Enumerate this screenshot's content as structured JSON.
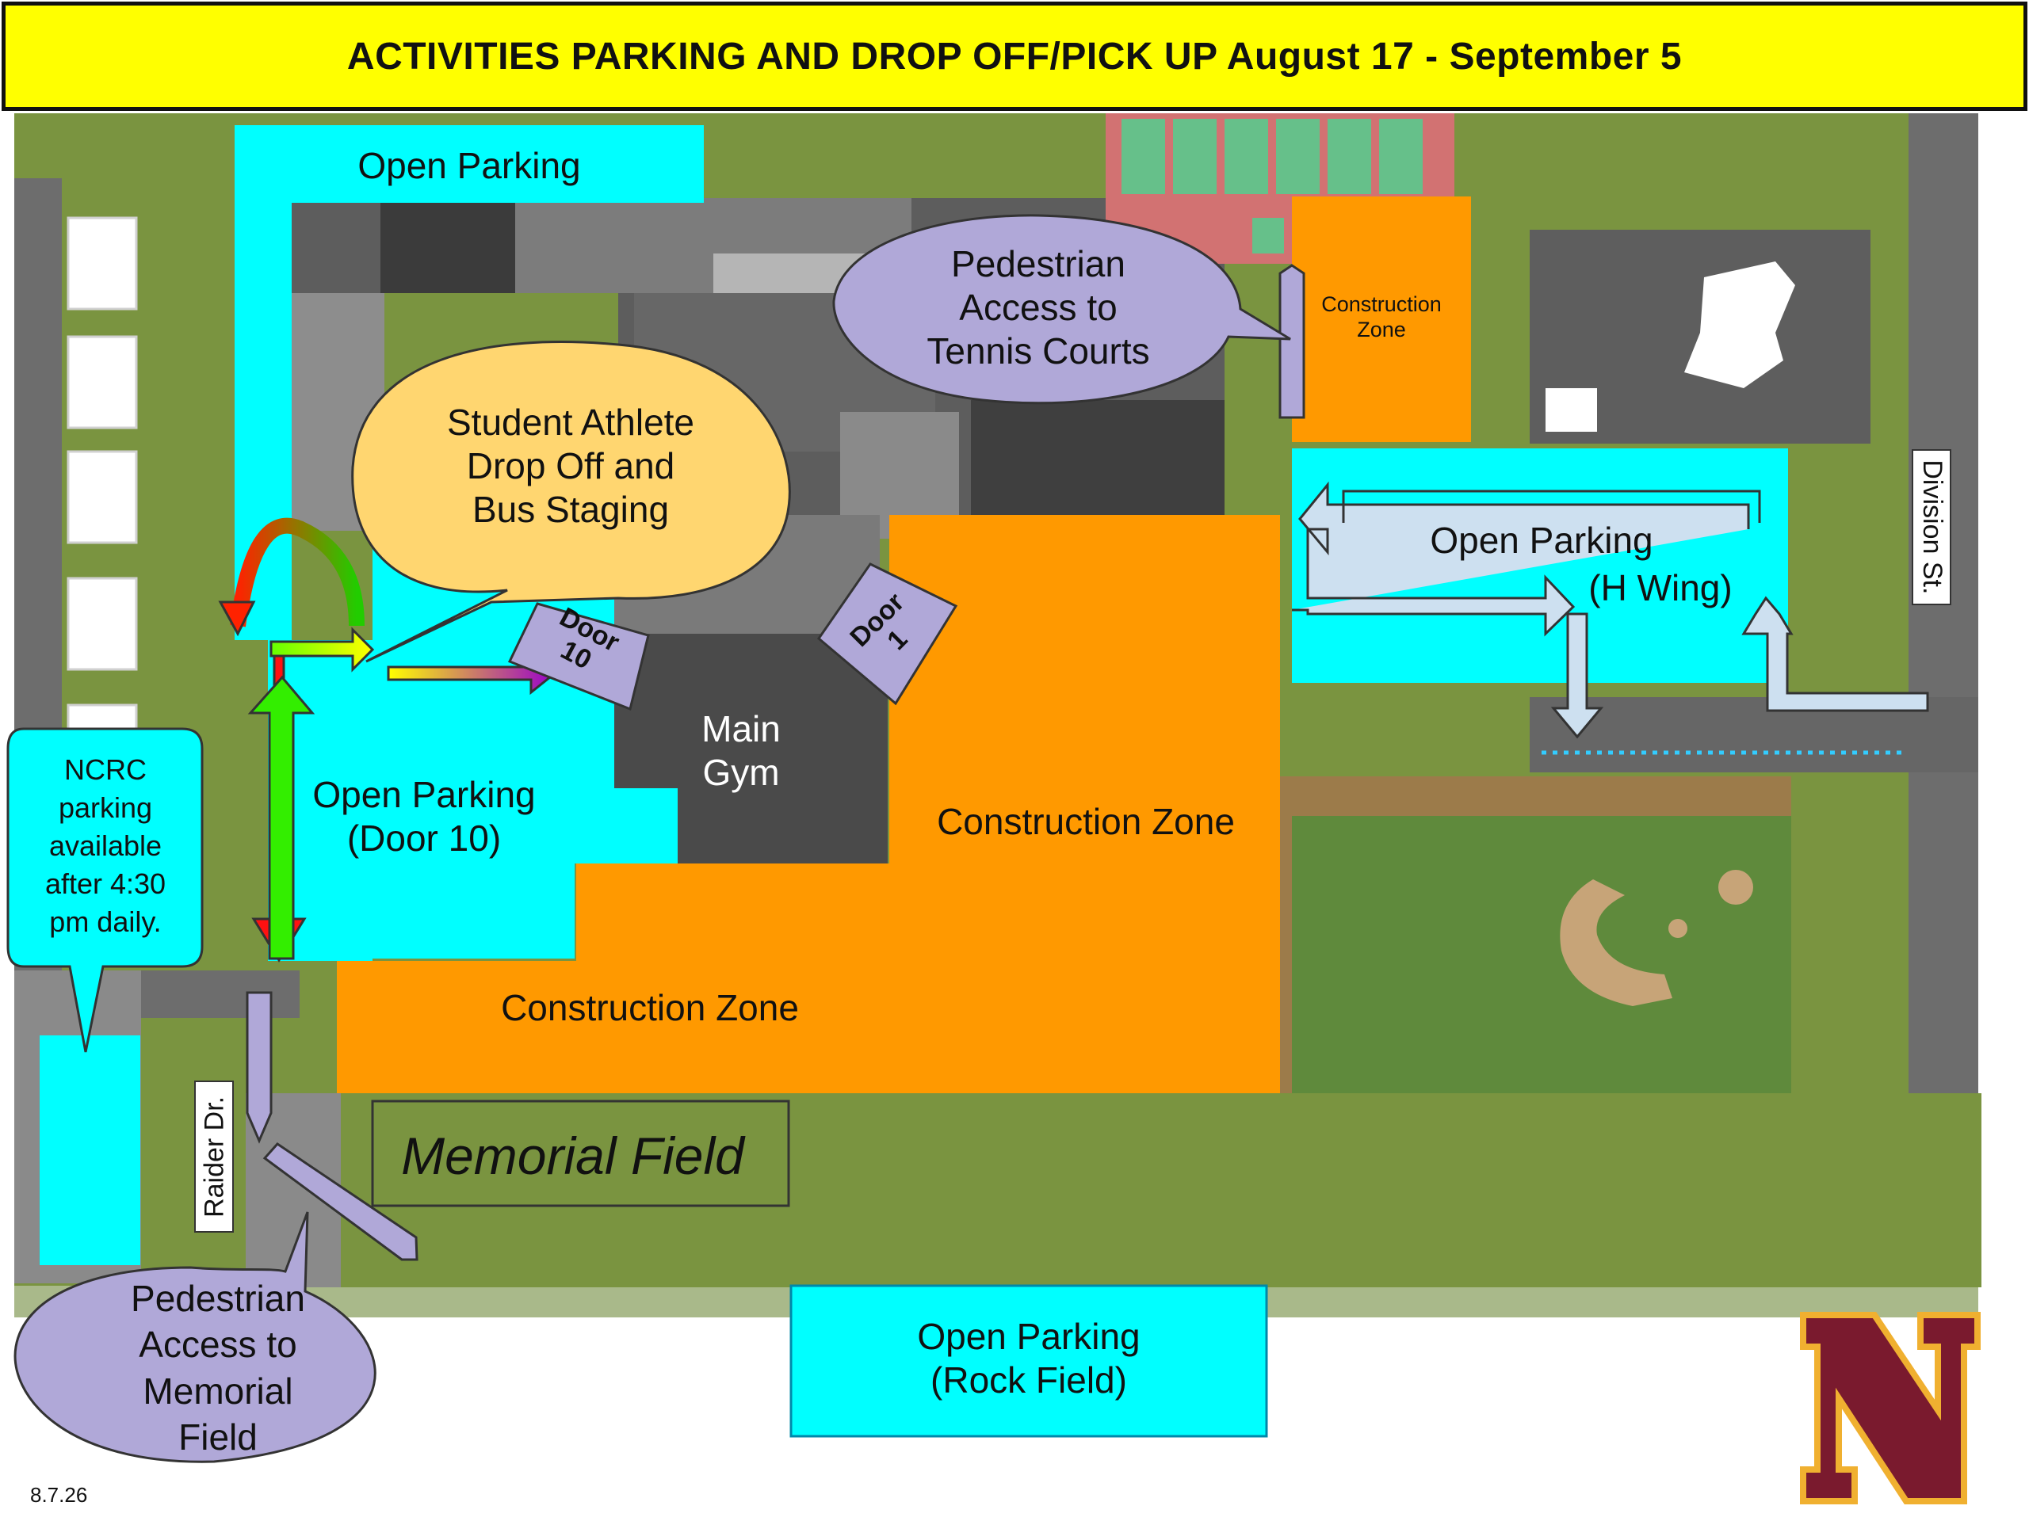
{
  "title": "ACTIVITIES PARKING AND DROP OFF/PICK UP August 17 - September 5",
  "labels": {
    "open_parking_north": "Open Parking",
    "open_parking_door10": "Open Parking\n(Door 10)",
    "open_parking_h_wing_1": "Open Parking",
    "open_parking_h_wing_2": "(H Wing)",
    "open_parking_rock_field": "Open Parking\n(Rock Field)",
    "construction_zone_small": "Construction\nZone",
    "construction_zone_main": "Construction Zone",
    "construction_zone_south": "Construction Zone",
    "main_gym": "Main\nGym",
    "memorial_field": "Memorial Field",
    "door_10": "Door\n10",
    "door_1": "Door\n1",
    "raider_dr": "Raider Dr.",
    "division_st": "Division St.",
    "logo_letter": "N"
  },
  "callouts": {
    "student_athlete": "Student Athlete\nDrop Off and\nBus Staging",
    "pedestrian_tennis": "Pedestrian\nAccess to\nTennis Courts",
    "pedestrian_memorial": "Pedestrian\nAccess to\nMemorial\nField",
    "ncrc": "NCRC\nparking\navailable\nafter 4:30\npm daily."
  },
  "footer": {
    "date_code": "8.7.26"
  },
  "colors": {
    "banner": "#ffff00",
    "parking": "#00ffff",
    "construction": "#ff9900",
    "grass": "#7a9440",
    "building": "#4a4a4a",
    "callout_purple": "#b0a8d8",
    "callout_yellow": "#ffd670",
    "logo_maroon": "#7a1a2e",
    "logo_gold": "#f0b030"
  }
}
